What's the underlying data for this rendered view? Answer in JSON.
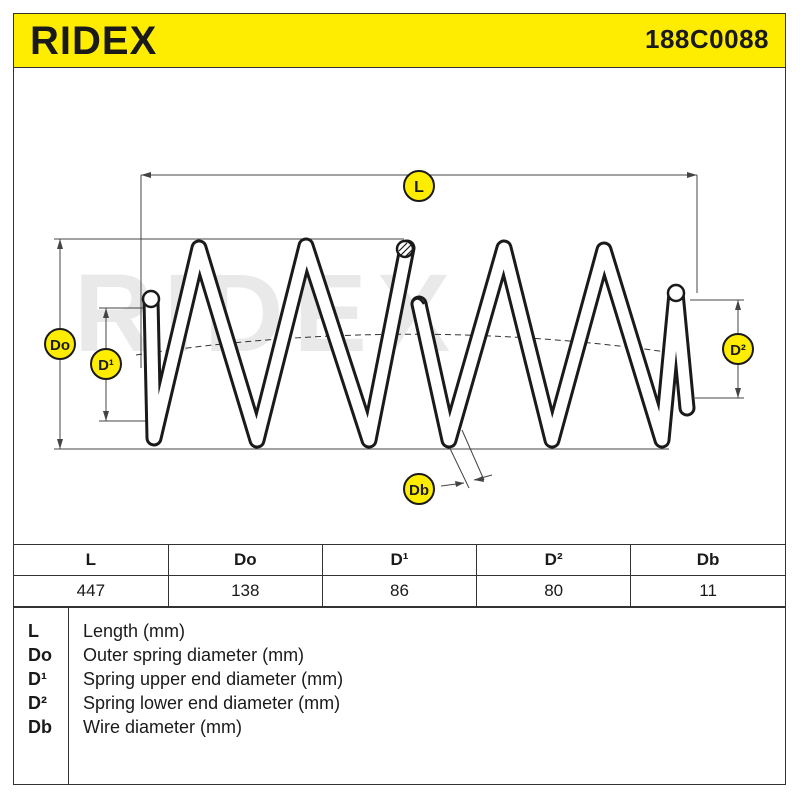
{
  "brand": {
    "logo_text": "RIDEX",
    "watermark_text": "RIDEX"
  },
  "header": {
    "part_number": "188C0088"
  },
  "colors": {
    "accent": "#ffed00",
    "ink": "#1a1a1a",
    "badge": "#ffed00",
    "watermark": "#e6e6e6"
  },
  "drawing": {
    "labels": {
      "length": "L",
      "outer_diameter": "Do",
      "upper_end": "D¹",
      "lower_end": "D²",
      "wire": "Db"
    }
  },
  "dimensions_table": {
    "headers": [
      "L",
      "Do",
      "D¹",
      "D²",
      "Db"
    ],
    "values": [
      "447",
      "138",
      "86",
      "80",
      "11"
    ]
  },
  "legend": [
    {
      "abbr": "L",
      "desc": "Length (mm)"
    },
    {
      "abbr": "Do",
      "desc": "Outer spring diameter (mm)"
    },
    {
      "abbr": "D¹",
      "desc": "Spring upper end diameter (mm)"
    },
    {
      "abbr": "D²",
      "desc": "Spring lower end diameter (mm)"
    },
    {
      "abbr": "Db",
      "desc": "Wire diameter (mm)"
    }
  ]
}
